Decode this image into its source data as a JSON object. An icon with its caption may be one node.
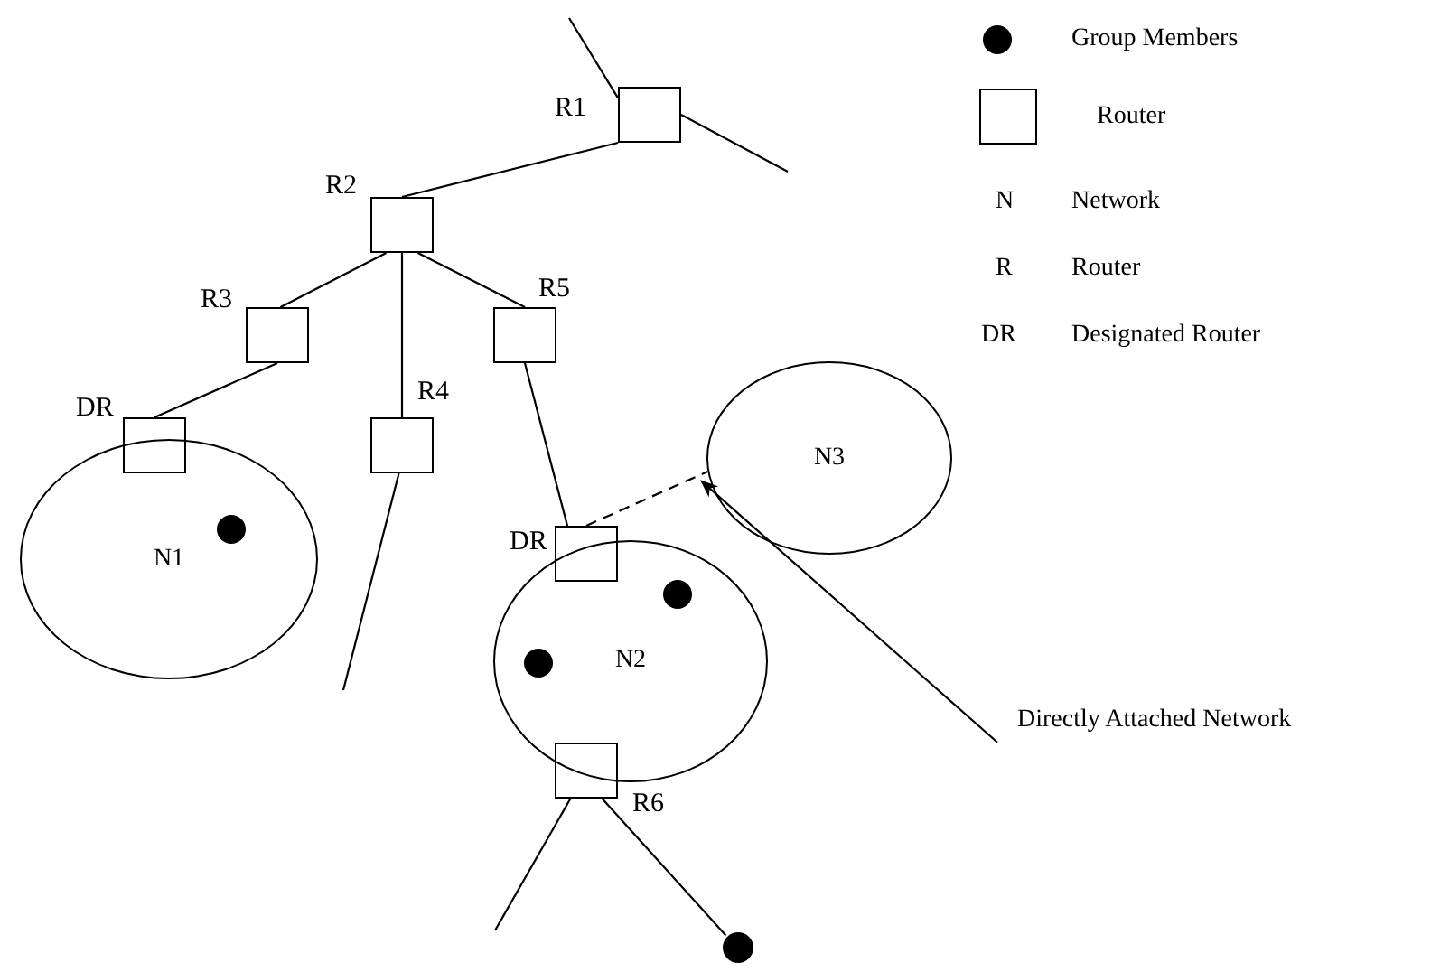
{
  "diagram": {
    "nodes": [
      {
        "text": [],
        "shape": "box",
        "beside": [
          "R1"
        ]
      },
      {
        "text": [],
        "shape": "box",
        "beside": [
          "R2"
        ]
      },
      {
        "text": [],
        "shape": "box",
        "beside": [
          "R3"
        ]
      },
      {
        "text": [],
        "shape": "box",
        "beside": [
          "R5"
        ]
      },
      {
        "text": [],
        "shape": "box",
        "beside": [
          "DR"
        ]
      },
      {
        "text": [],
        "shape": "box",
        "beside": [
          "R4"
        ]
      },
      {
        "text": [
          "N3"
        ]
      },
      {
        "text": [
          "N1"
        ]
      },
      {
        "text": [],
        "shape": "circle",
        "in": 7
      },
      {
        "text": [],
        "shape": "box",
        "beside": [
          "DR"
        ]
      },
      {
        "text": [
          "N2"
        ]
      },
      {
        "text": [],
        "shape": "circle",
        "in": 10
      },
      {
        "text": [],
        "shape": "circle",
        "in": 10
      },
      {
        "text": [],
        "shape": "box",
        "beside": [
          "R6"
        ]
      },
      {
        "text": [],
        "shape": "circle"
      },
      {
        "text": [
          "Directly Attached Network"
        ]
      }
    ],
    "edges": [
      {
        "from": null,
        "to": 0,
        "arrow": "none"
      },
      {
        "from": 0,
        "to": null,
        "arrow": "none"
      },
      {
        "from": 0,
        "to": 1,
        "arrow": "none"
      },
      {
        "from": 1,
        "to": 2,
        "arrow": "none"
      },
      {
        "from": 1,
        "to": 5,
        "arrow": "none"
      },
      {
        "from": 1,
        "to": 3,
        "arrow": "none"
      },
      {
        "from": 2,
        "to": 4,
        "arrow": "none"
      },
      {
        "from": 5,
        "to": null,
        "arrow": "none"
      },
      {
        "from": 3,
        "to": 9,
        "arrow": "none"
      },
      {
        "from": 9,
        "to": 6,
        "arrow": "none",
        "style": "dashed"
      },
      {
        "from": 13,
        "to": null,
        "arrow": "none"
      },
      {
        "from": 13,
        "to": 14,
        "arrow": "none"
      },
      {
        "from": 15,
        "to": 6,
        "arrow": "to"
      }
    ],
    "labels": [
      "N",
      "Network",
      "R",
      "Router",
      "DR",
      "Designated Router"
    ],
    "legend": [
      {
        "text": "Group Members"
      },
      {
        "text": "Router"
      }
    ]
  }
}
